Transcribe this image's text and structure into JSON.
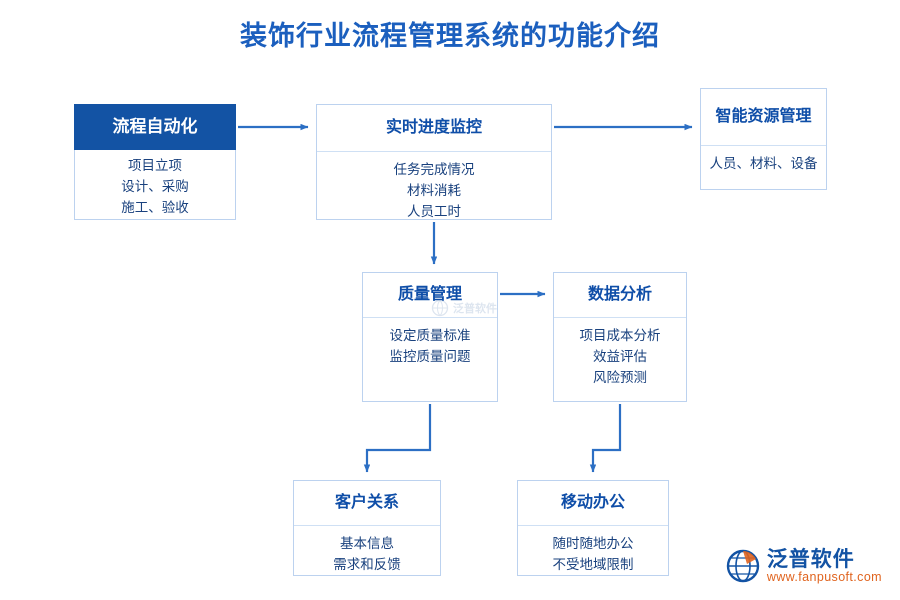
{
  "page": {
    "title": "装饰行业流程管理系统的功能介绍",
    "title_color": "#1b5fbe",
    "accent_color": "#1353a4",
    "line_color": "#2c6fc4",
    "background": "#ffffff"
  },
  "watermark": {
    "center_text": "泛普软件"
  },
  "logo": {
    "name": "泛普软件",
    "url": "www.fanpusoft.com",
    "name_color": "#1353a4",
    "url_color": "#e0641f"
  },
  "nodes": [
    {
      "id": "auto",
      "title": "流程自动化",
      "body": "项目立项\n设计、采购\n施工、验收",
      "style": "filled-header"
    },
    {
      "id": "progress",
      "title": "实时进度监控",
      "body": "任务完成情况\n材料消耗\n人员工时",
      "style": "outlined"
    },
    {
      "id": "resource",
      "title": "智能资源管理",
      "body": "人员、材料、设备",
      "style": "outlined"
    },
    {
      "id": "quality",
      "title": "质量管理",
      "body": "设定质量标准\n监控质量问题",
      "style": "outlined"
    },
    {
      "id": "analysis",
      "title": "数据分析",
      "body": "项目成本分析\n效益评估\n风险预测",
      "style": "outlined"
    },
    {
      "id": "customer",
      "title": "客户关系",
      "body": "基本信息\n需求和反馈",
      "style": "outlined"
    },
    {
      "id": "mobile",
      "title": "移动办公",
      "body": "随时随地办公\n不受地域限制",
      "style": "outlined"
    }
  ],
  "connectors": [
    {
      "from": "auto",
      "to": "progress"
    },
    {
      "from": "progress",
      "to": "resource"
    },
    {
      "from": "progress",
      "to": "quality"
    },
    {
      "from": "quality",
      "to": "analysis"
    },
    {
      "from": "quality",
      "to": "customer"
    },
    {
      "from": "analysis",
      "to": "mobile"
    }
  ]
}
